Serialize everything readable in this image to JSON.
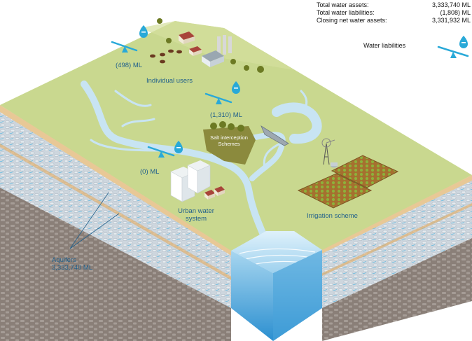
{
  "summary": {
    "rows": [
      {
        "label": "Total water assets:",
        "value": "3,333,740 ML"
      },
      {
        "label": "Total water liabilities:",
        "value": "(1,808) ML"
      },
      {
        "label": "Closing net water assets:",
        "value": "3,331,932 ML"
      }
    ]
  },
  "legend": {
    "label": "Water liabilities"
  },
  "labels": {
    "individual_users": "Individual users",
    "individual_users_value": "(498) ML",
    "salt_value": "(1,310) ML",
    "salt_line1": "Salt interception",
    "salt_line2": "Schemes",
    "urban_value": "(0) ML",
    "urban_line1": "Urban water",
    "urban_line2": "system",
    "irrigation": "Irrigation scheme",
    "aquifers_line1": "Aquifers",
    "aquifers_line2": "3,333,740 ML"
  },
  "colors": {
    "grass": "#c9d88f",
    "grass_dark": "#b5c976",
    "water": "#c8e4f3",
    "water_deep": "#8fc6e8",
    "soil": "#e8c896",
    "rock": "#cdd6de",
    "rock_dark": "#7b7069",
    "accent": "#29a9d8",
    "text_blue": "#1f5f8b"
  },
  "icons": [
    "water-drop-icon",
    "seesaw-icon",
    "tree-icon",
    "cow-icon",
    "house-icon",
    "factory-icon",
    "windmill-icon",
    "dam-icon",
    "building-icon"
  ]
}
